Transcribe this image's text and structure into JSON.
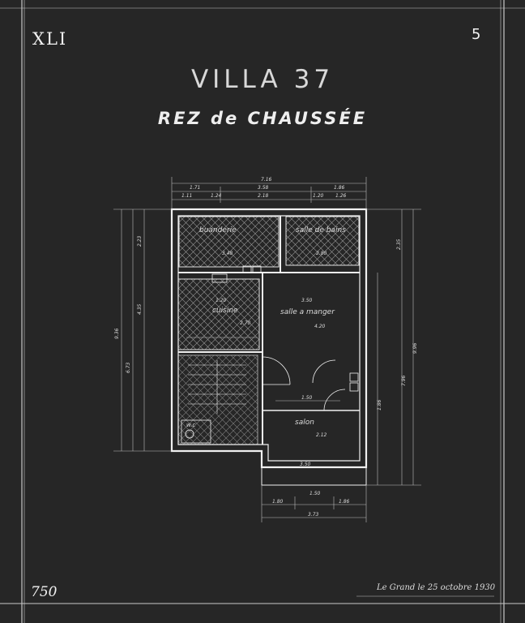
{
  "sheet": {
    "code": "XLI",
    "number": "5",
    "scale_note": "750",
    "title": "VILLA 37",
    "subtitle": "REZ de CHAUSSÉE",
    "signature": "Le Grand  le 25 octobre 1930"
  },
  "rooms": {
    "buanderie": "buanderie",
    "salle_de_bains": "salle de bains",
    "cuisine": "cuisine",
    "salle_a_manger": "salle a manger",
    "salon": "salon",
    "wc": "w.c"
  },
  "dimensions": {
    "top_total": "7.16",
    "top_a": "1.71",
    "top_b": "3.58",
    "top_c": "1.86",
    "top_d": "1.11",
    "top_e": "1.24",
    "top_f": "2.18",
    "top_g": "1.20",
    "top_h": "1.26",
    "left_total": "9.36",
    "left_a": "6.73",
    "left_b": "2.23",
    "left_c": "4.35",
    "right_total": "9.96",
    "right_a": "7.96",
    "right_b": "2.35",
    "right_c": "1.86",
    "bottom_total": "3.73",
    "bottom_a": "1.80",
    "bottom_b": "1.50",
    "bottom_c": "1.86",
    "buanderie_w": "3.48",
    "sdb_w": "2.80",
    "cuisine_w": "1.20",
    "cuisine_h": "2.70",
    "sam_w": "3.50",
    "sam_h": "4.20",
    "salon_w": "3.50",
    "salon_h": "2.12",
    "salon_door": "1.50"
  }
}
